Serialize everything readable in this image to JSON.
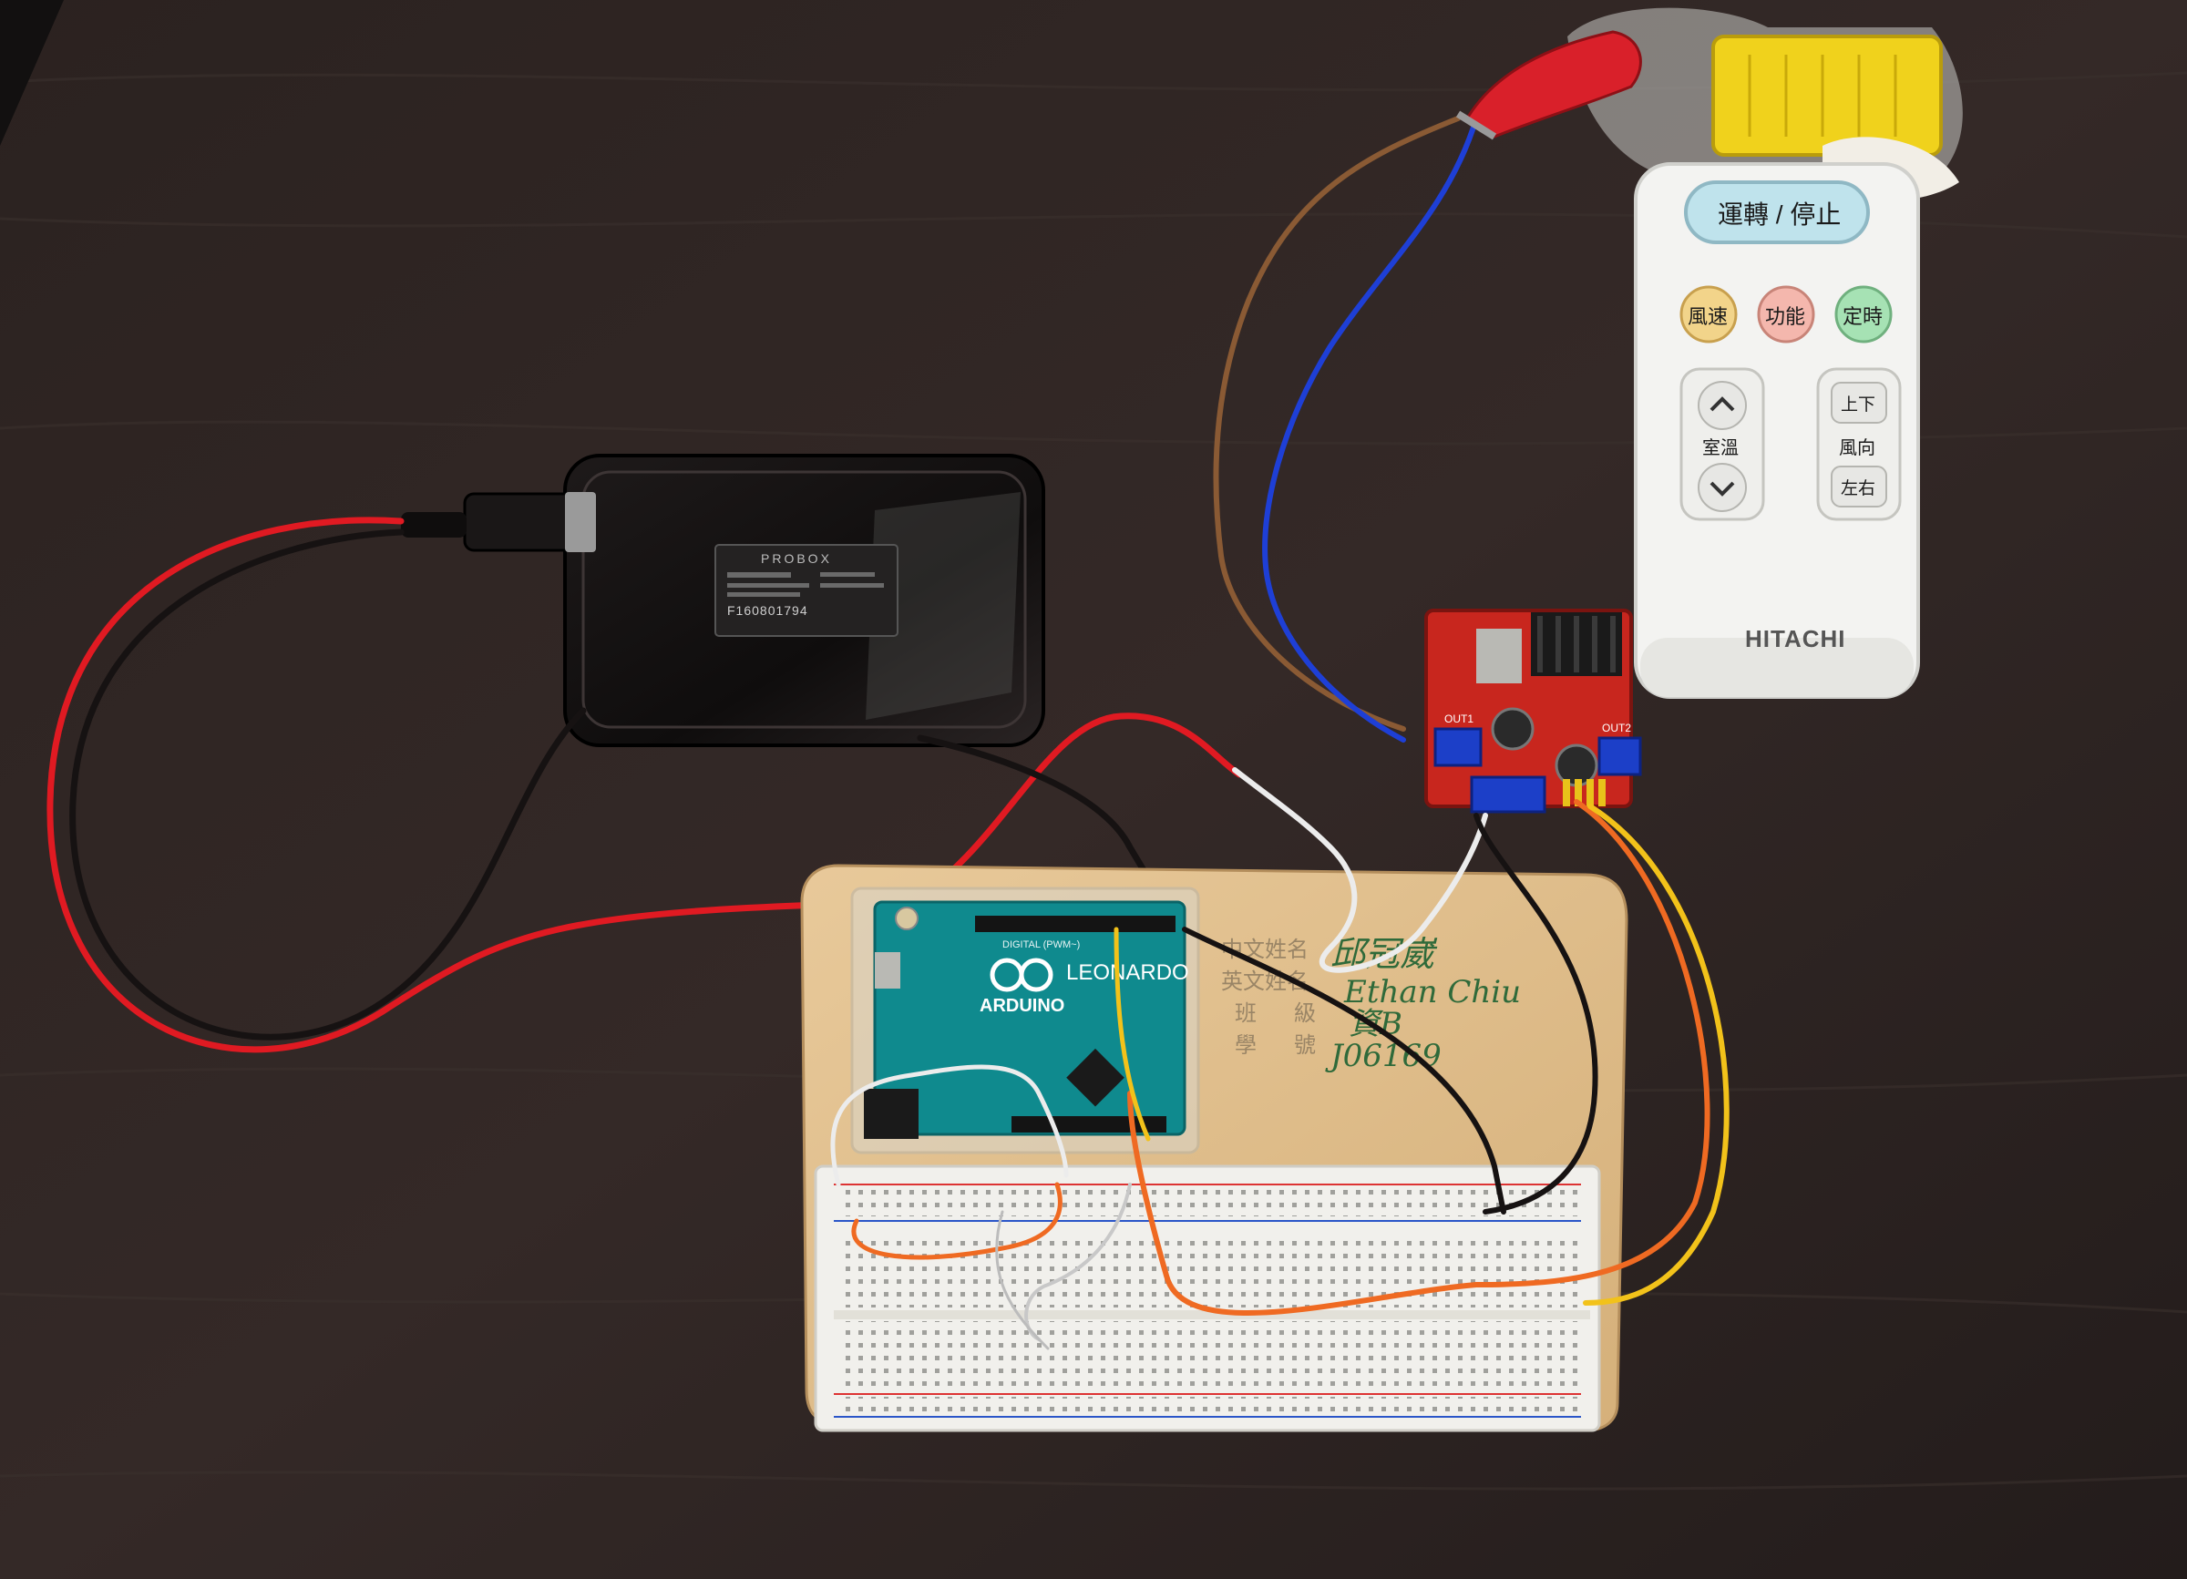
{
  "power_bank": {
    "brand": "PROBOX",
    "serial": "F160801794"
  },
  "arduino": {
    "model": "LEONARDO",
    "maker": "ARDUINO",
    "header_label": "DIGITAL (PWM~)"
  },
  "driver_board": {
    "label_out1": "OUT1",
    "label_out2": "OUT2"
  },
  "remote": {
    "brand": "HITACHI",
    "power_button": "運轉 / 停止",
    "buttons": [
      "風速",
      "功能",
      "定時"
    ],
    "temp_label": "室溫",
    "direction_label": "風向",
    "up_down": "上下",
    "left_right": "左右"
  },
  "breadboard_card": {
    "printed_labels": [
      "中文姓名",
      "英文姓名",
      "班",
      "級",
      "學",
      "號"
    ],
    "handwritten": [
      "邱冠崴",
      "Ethan Chiu",
      "資B",
      "J06169"
    ]
  },
  "colors": {
    "desk": "#2a211f",
    "wire_red": "#e01a22",
    "wire_black": "#161212",
    "wire_blue": "#1e3fd6",
    "wire_brown": "#8a5a34",
    "wire_orange": "#ef6a22",
    "wire_yellow": "#f2c21a",
    "arduino_teal": "#0f8a8e",
    "driver_red": "#c8261e"
  }
}
